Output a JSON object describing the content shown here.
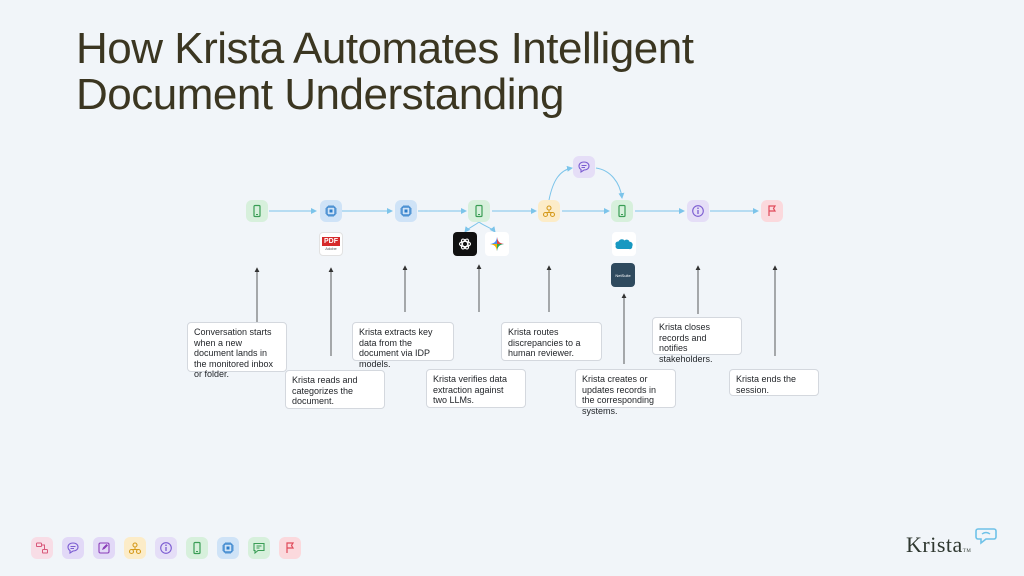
{
  "title": {
    "line1": "How Krista Automates Intelligent",
    "line2": "Document Understanding"
  },
  "flow_nodes": [
    {
      "id": "start",
      "icon": "phone-icon",
      "color": "#d7f0dc"
    },
    {
      "id": "read",
      "icon": "chip-icon",
      "color": "#cfe3f7"
    },
    {
      "id": "extract",
      "icon": "chip-icon",
      "color": "#cfe3f7"
    },
    {
      "id": "verify",
      "icon": "phone-icon",
      "color": "#d7f0dc"
    },
    {
      "id": "route",
      "icon": "org-chart-icon",
      "color": "#fcecc8"
    },
    {
      "id": "reviewer",
      "icon": "chat-bubble-icon",
      "color": "#e5def7"
    },
    {
      "id": "update",
      "icon": "phone-icon",
      "color": "#d7f0dc"
    },
    {
      "id": "notify",
      "icon": "info-icon",
      "color": "#e5def7"
    },
    {
      "id": "end",
      "icon": "flag-icon",
      "color": "#fbd9dd"
    }
  ],
  "logos": {
    "pdf": "PDF",
    "pdf_sub": "Adobe",
    "netsuite": "NetSuite"
  },
  "callouts": {
    "c1": "Conversation starts when a new document lands in the monitored inbox or folder.",
    "c2": "Krista reads and categorizes the document.",
    "c3": "Krista extracts key data from the document via IDP models.",
    "c4": "Krista verifies data extraction against two LLMs.",
    "c5": "Krista routes discrepancies to a human reviewer.",
    "c6": "Krista creates or updates records in the corresponding systems.",
    "c7": "Krista closes records and notifies stakeholders.",
    "c8": "Krista ends the session."
  },
  "legend": [
    {
      "icon": "workflow-icon",
      "color": "#f8dde6"
    },
    {
      "icon": "chat-bubble-icon",
      "color": "#e2d9f7"
    },
    {
      "icon": "edit-icon",
      "color": "#e2d9f7"
    },
    {
      "icon": "org-chart-icon",
      "color": "#fcecc8"
    },
    {
      "icon": "info-icon",
      "color": "#e5def7"
    },
    {
      "icon": "phone-icon",
      "color": "#d7f0dc"
    },
    {
      "icon": "chip-icon",
      "color": "#cfe3f7"
    },
    {
      "icon": "message-icon",
      "color": "#d7f0dc"
    },
    {
      "icon": "flag-icon",
      "color": "#fbd9dd"
    }
  ],
  "brand": {
    "name": "Krista",
    "tm": "TM"
  }
}
